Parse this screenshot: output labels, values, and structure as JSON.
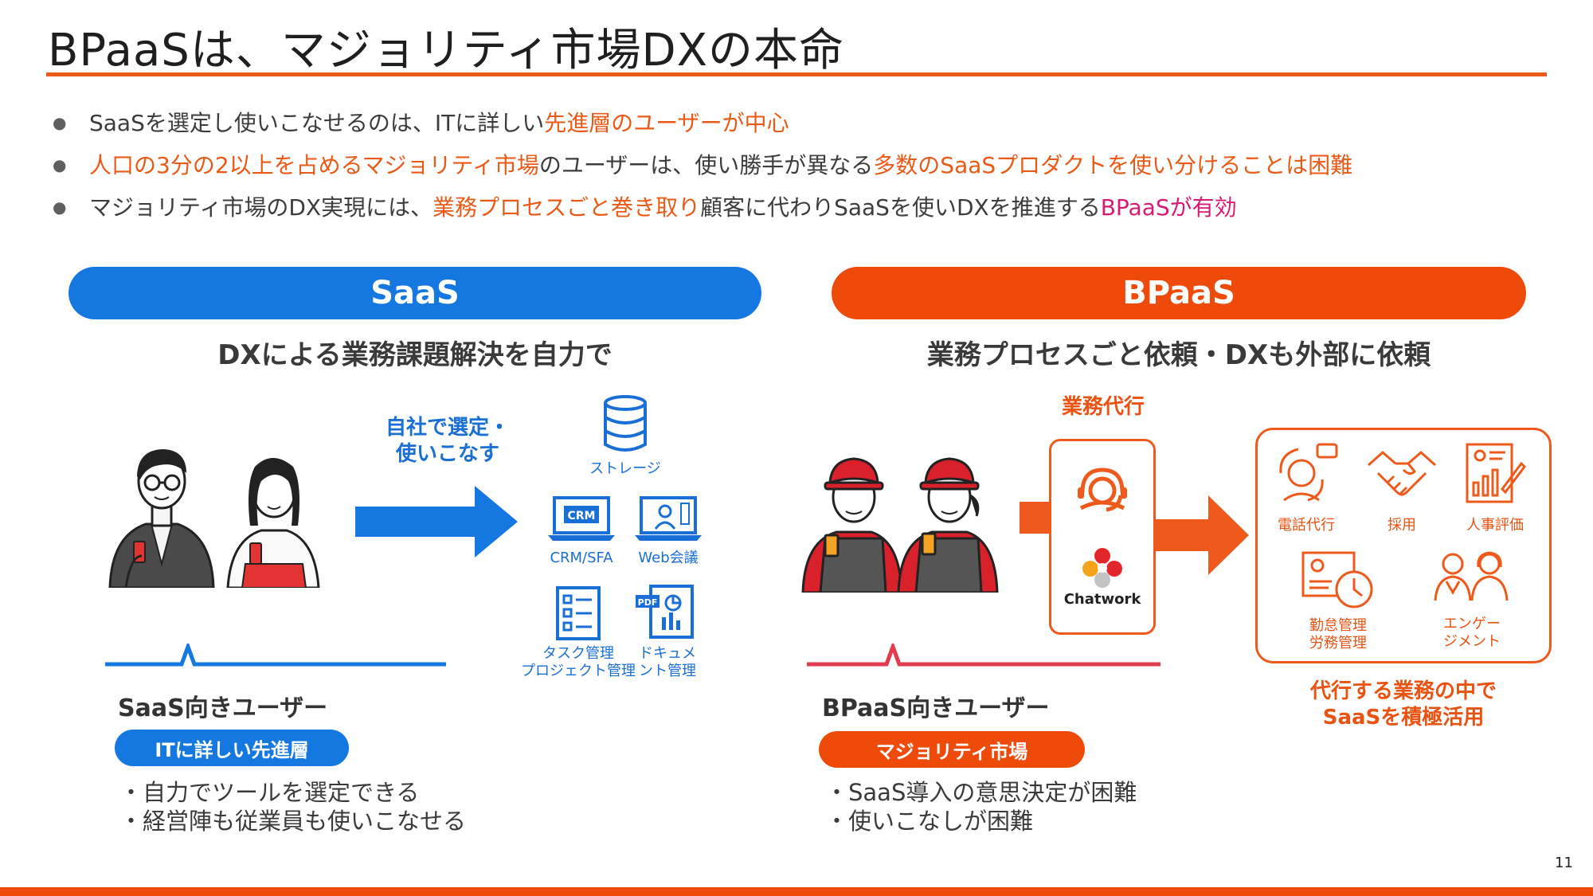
{
  "title": "BPaaSは、マジョリティ市場DXの本命",
  "bullets": [
    {
      "parts": [
        {
          "text": "SaaSを選定し使いこなせるのは、ITに詳しい",
          "hl": ""
        },
        {
          "text": "先進層のユーザーが中心",
          "hl": "orange"
        }
      ]
    },
    {
      "parts": [
        {
          "text": "人口の3分の2以上を占めるマジョリティ市場",
          "hl": "orange"
        },
        {
          "text": "のユーザーは、使い勝手が異なる",
          "hl": ""
        },
        {
          "text": "多数のSaaSプロダクトを使い分けることは困難",
          "hl": "orange"
        }
      ]
    },
    {
      "parts": [
        {
          "text": "マジョリティ市場のDX実現には、",
          "hl": ""
        },
        {
          "text": "業務プロセスごと巻き取り",
          "hl": "orange"
        },
        {
          "text": "顧客に代わりSaaSを使いDXを推進する",
          "hl": ""
        },
        {
          "text": "BPaaSが有効",
          "hl": "pink"
        }
      ]
    }
  ],
  "saas": {
    "heading": "SaaS",
    "subtitle": "DXによる業務課題解決を自力で",
    "arrow_label": "自社で選定・\n使いこなす",
    "tools": {
      "storage": "ストレージ",
      "crm_caption": "CRM/SFA",
      "crm_badge": "CRM",
      "web": "Web会議",
      "task": "タスク管理\nプロジェクト管理",
      "doc": "ドキュメ\nント管理",
      "pdf_badge": "PDF"
    },
    "user_title": "SaaS向きユーザー",
    "tag": "ITに詳しい先進層",
    "notes": [
      "・自力でツールを選定できる",
      "・経営陣も従業員も使いこなせる"
    ]
  },
  "bpaas": {
    "heading": "BPaaS",
    "subtitle": "業務プロセスごと依頼・DXも外部に依頼",
    "agency_label": "業務代行",
    "chatwork": "Chatwork",
    "services": {
      "phone": "電話代行",
      "hire": "採用",
      "eval": "人事評価",
      "attend": "勤怠管理\n労務管理",
      "engage": "エンゲー\nジメント"
    },
    "caption": "代行する業務の中で\nSaaSを積極活用",
    "user_title": "BPaaS向きユーザー",
    "tag": "マジョリティ市場",
    "notes": [
      "・SaaS導入の意思決定が困難",
      "・使いこなしが困難"
    ]
  },
  "colors": {
    "saas_blue": "#1478e0",
    "bpaas_orange": "#ee4a0a",
    "accent_pink": "#d81b72"
  },
  "page_number": "11"
}
